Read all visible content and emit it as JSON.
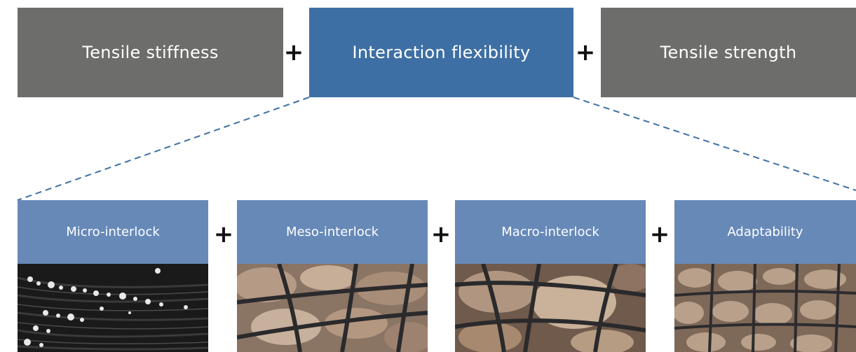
{
  "top_row": {
    "left_label": "Tensile stiffness",
    "center_label": "Interaction flexibility",
    "right_label": "Tensile strength",
    "plus_symbol": "+"
  },
  "bottom_row": {
    "items": [
      {
        "label": "Micro-interlock",
        "photo": "micro-interlock-photo"
      },
      {
        "label": "Meso-interlock",
        "photo": "meso-interlock-photo"
      },
      {
        "label": "Macro-interlock",
        "photo": "macro-interlock-photo"
      },
      {
        "label": "Adaptability",
        "photo": "adaptability-photo"
      }
    ],
    "plus_symbol": "+"
  },
  "colors": {
    "grey_box": "#6d6d6b",
    "blue_box": "#3e6fa4",
    "light_blue_box": "#6689b8",
    "dash_line": "#3e6fa4"
  }
}
